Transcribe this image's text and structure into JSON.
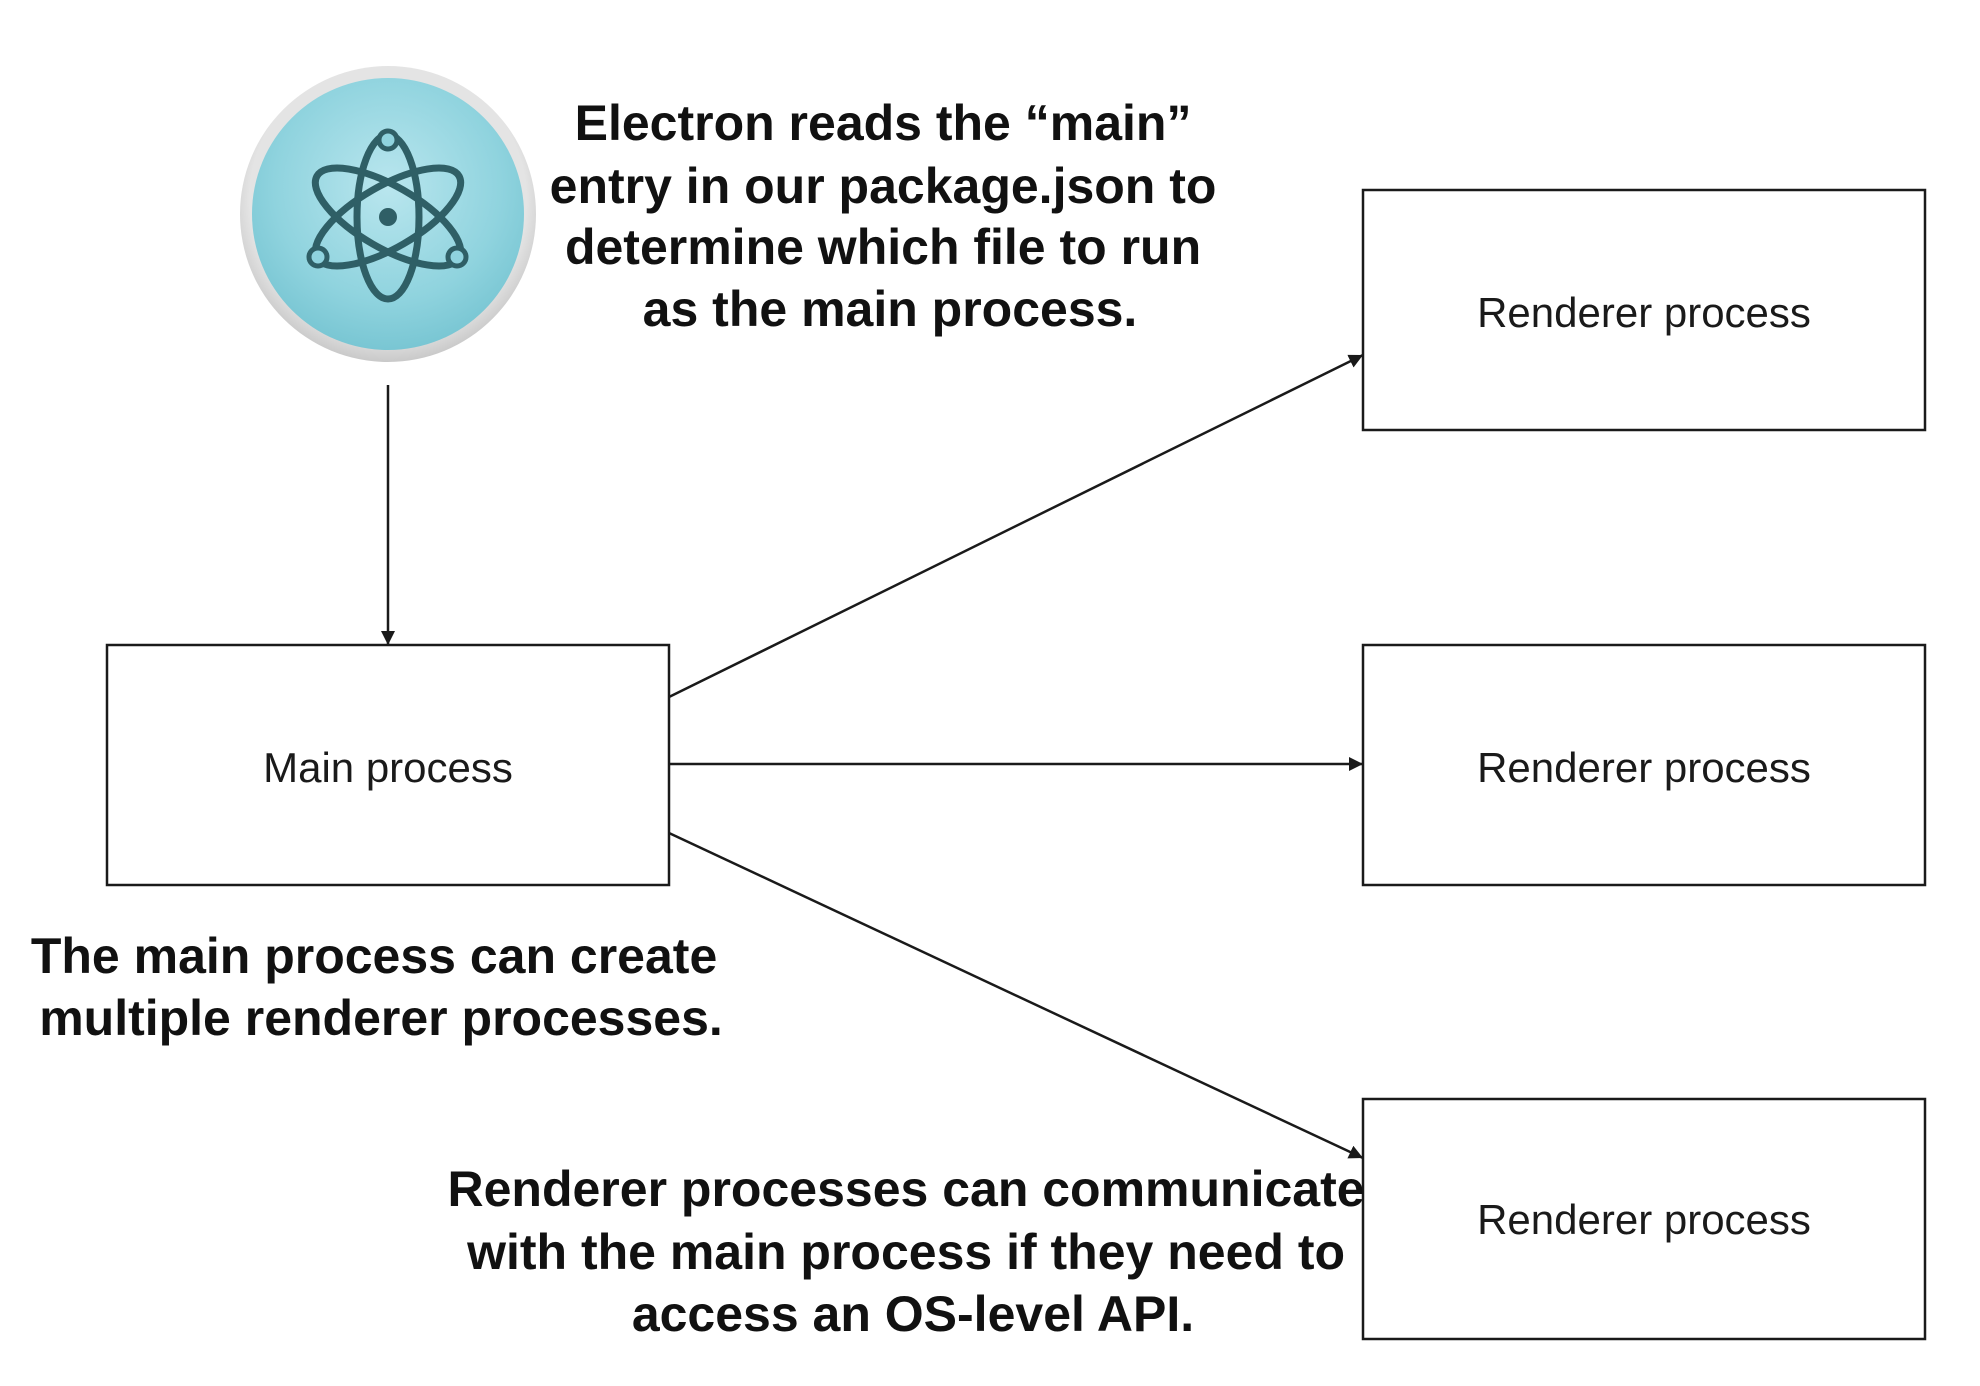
{
  "logo": {
    "icon": "electron-atom-icon",
    "color": "#8fd3de"
  },
  "notes": {
    "top": [
      "Electron reads the “main”",
      "entry in our package.json to",
      "determine which file to run",
      "as the main process."
    ],
    "left": [
      "The main process can create",
      "multiple renderer processes."
    ],
    "bottom": [
      "Renderer processes can communicate",
      "with the main process if they need to",
      "access an OS-level API."
    ]
  },
  "boxes": {
    "main": "Main process",
    "renderers": [
      "Renderer process",
      "Renderer process",
      "Renderer process"
    ]
  }
}
